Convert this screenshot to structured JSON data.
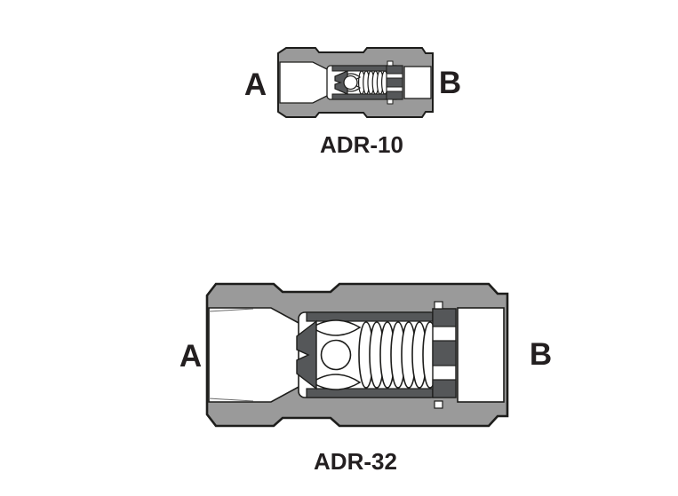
{
  "figure": {
    "type": "technical-cross-section-diagram",
    "subject": "inline check valves"
  },
  "valves": [
    {
      "model": "ADR-10",
      "port_left": "A",
      "port_right": "B"
    },
    {
      "model": "ADR-32",
      "port_left": "A",
      "port_right": "B"
    }
  ],
  "colors": {
    "background": "#ffffff",
    "valve_body_gray": "#9a9a9a",
    "internal_parts_dark_gray": "#555759",
    "outline_black": "#1d1d1b",
    "label_text": "#231f20",
    "bore_white": "#ffffff"
  }
}
